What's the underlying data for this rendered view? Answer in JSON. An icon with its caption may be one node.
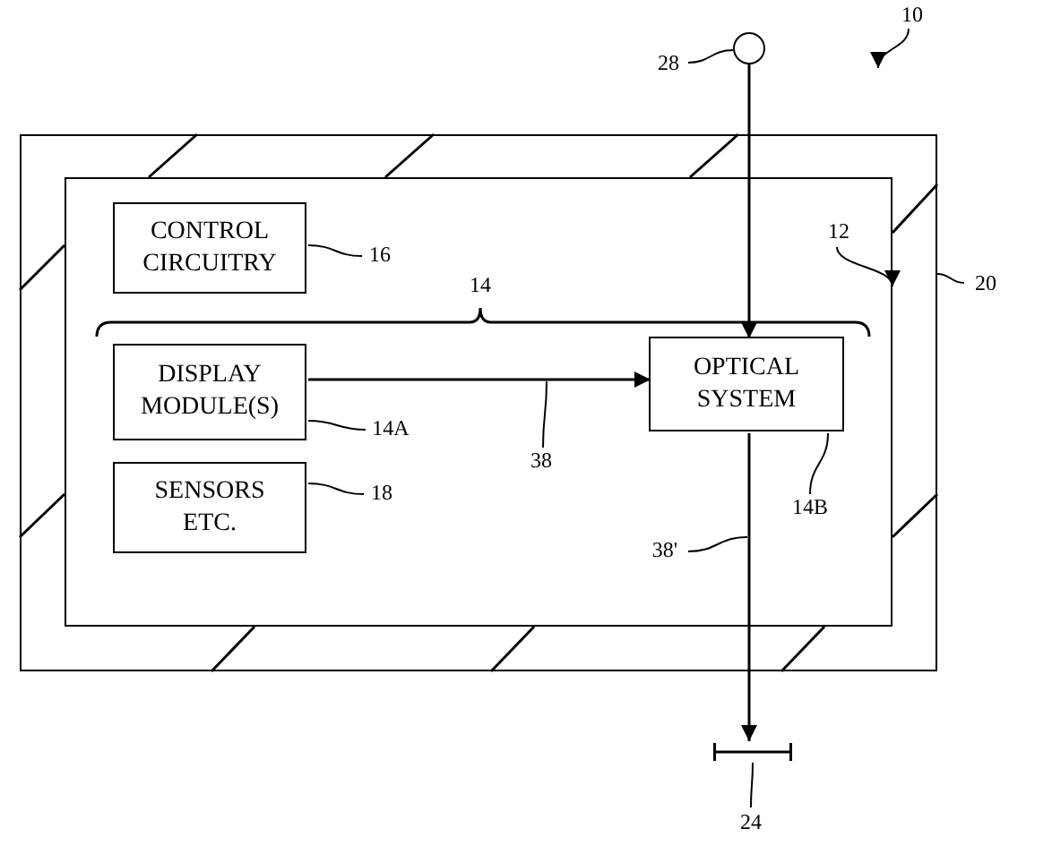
{
  "diagram": {
    "nodes": [
      {
        "text": [],
        "shape": "box"
      },
      {
        "text": [],
        "shape": "box",
        "in": 0
      },
      {
        "text": [
          "CONTROL CIRCUITRY"
        ],
        "in": 1
      },
      {
        "text": [
          "DISPLAY MODULE(S)"
        ],
        "in": 1
      },
      {
        "text": [
          "SENSORS ETC."
        ],
        "in": 1
      },
      {
        "text": [
          "OPTICAL SYSTEM"
        ],
        "in": 1
      },
      {
        "text": [],
        "shape": "circle"
      },
      {
        "text": [],
        "shape": "bar"
      },
      {
        "text": [
          "10"
        ]
      },
      {
        "text": [
          "28"
        ]
      },
      {
        "text": [
          "20"
        ]
      },
      {
        "text": [
          "16"
        ],
        "in": 1
      },
      {
        "text": [
          "12"
        ],
        "in": 1
      },
      {
        "text": [
          "14A"
        ],
        "in": 1
      },
      {
        "text": [
          "18"
        ],
        "in": 1
      },
      {
        "text": [
          "14B"
        ],
        "in": 1
      },
      {
        "text": [
          "38"
        ],
        "in": 1
      },
      {
        "text": [
          "38'"
        ],
        "in": 1
      },
      {
        "text": [
          "24"
        ]
      }
    ],
    "edges": [
      {
        "from": 6,
        "to": 5,
        "arrow": "to"
      },
      {
        "from": 3,
        "to": 5,
        "arrow": "to"
      },
      {
        "from": 5,
        "to": 7,
        "arrow": "to"
      },
      {
        "from": 8,
        "to": null,
        "arrow": "to"
      },
      {
        "from": 9,
        "to": 6,
        "arrow": "none"
      },
      {
        "from": 10,
        "to": 0,
        "arrow": "none"
      },
      {
        "from": 11,
        "to": 2,
        "arrow": "none"
      },
      {
        "from": 12,
        "to": 1,
        "arrow": "to"
      },
      {
        "from": 13,
        "to": 3,
        "arrow": "none"
      },
      {
        "from": 14,
        "to": 4,
        "arrow": "none"
      },
      {
        "from": 15,
        "to": 5,
        "arrow": "none"
      },
      {
        "from": 16,
        "to": null,
        "arrow": "none"
      },
      {
        "from": 17,
        "to": null,
        "arrow": "none"
      },
      {
        "from": 18,
        "to": 7,
        "arrow": "none"
      }
    ],
    "labels": [
      "14"
    ]
  }
}
